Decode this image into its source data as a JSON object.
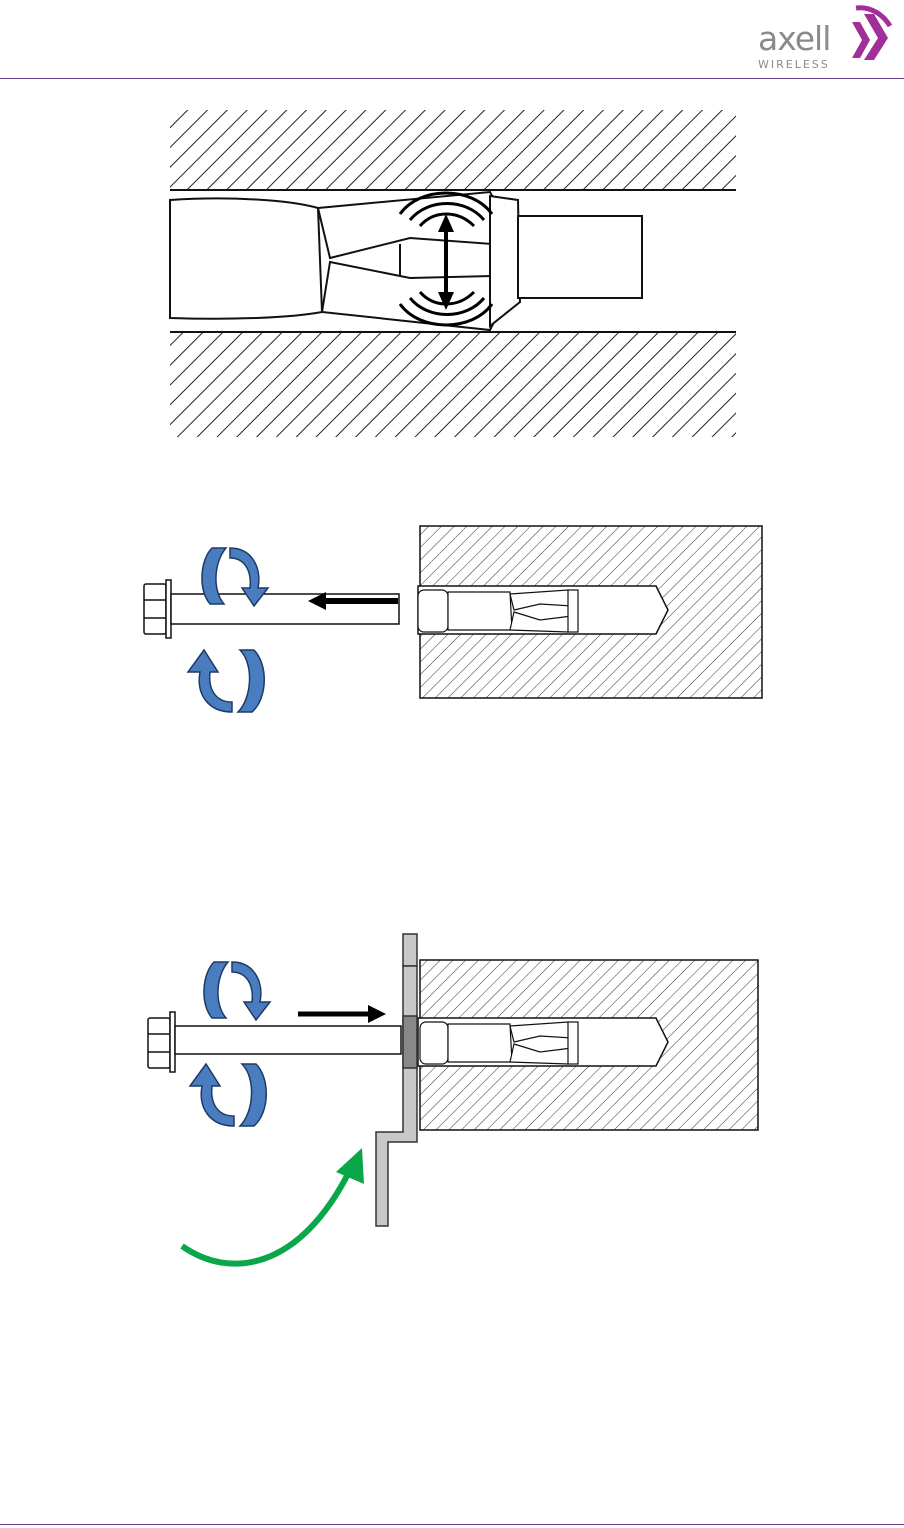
{
  "header": {
    "logo": {
      "brand": "axell",
      "subtitle": "WIRELESS",
      "mark_color": "#a12f9a"
    },
    "rule_color": "#6c3f8f"
  },
  "figures": [
    {
      "id": "anchor-expansion-detail",
      "elements": [
        "hatched-wall-top",
        "hatched-wall-bottom",
        "anchor-sleeve",
        "expansion-arrow",
        "vibration-arcs"
      ]
    },
    {
      "id": "bolt-insertion",
      "elements": [
        "hex-bolt",
        "rotation-arrows",
        "insert-arrow",
        "anchor-in-hole"
      ]
    },
    {
      "id": "bracket-mounting",
      "elements": [
        "hex-bolt",
        "rotation-arrows",
        "push-arrow",
        "mounting-bracket",
        "green-curved-arrow",
        "anchor-in-hole"
      ]
    }
  ],
  "colors": {
    "rotation_arrow": "#4a7dc0",
    "green_arrow": "#0aa64a",
    "bracket": "#c8c8c8"
  }
}
